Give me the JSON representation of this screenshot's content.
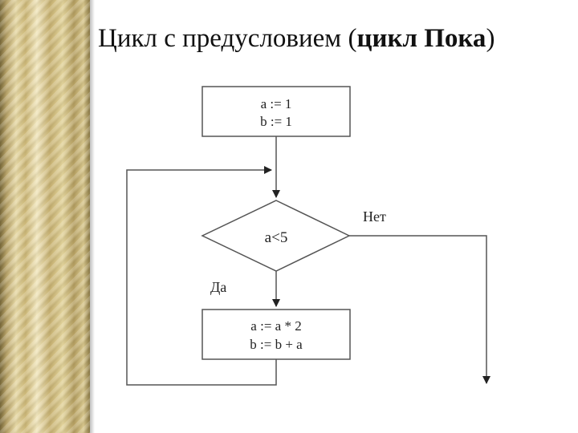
{
  "title": {
    "text_prefix": "Цикл с предусловием (",
    "text_bold": "цикл Пока",
    "text_suffix": ")"
  },
  "flowchart": {
    "init_block": {
      "line1": "a := 1",
      "line2": "b := 1"
    },
    "condition": {
      "text": "a<5"
    },
    "yes_label": "Да",
    "no_label": "Нет",
    "body_block": {
      "line1": "a := a * 2",
      "line2": "b := b + a"
    }
  }
}
